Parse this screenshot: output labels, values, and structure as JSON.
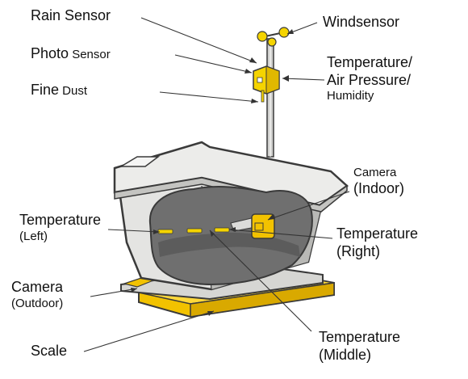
{
  "labels": {
    "rain": {
      "main": "Rain Sensor"
    },
    "photo": {
      "main": "Photo",
      "rest": " Sensor"
    },
    "dust": {
      "main": "Fine",
      "rest": " Dust"
    },
    "wind": {
      "main": "Windsensor"
    },
    "tah": {
      "line1": "Temperature/",
      "line2": "Air Pressure/",
      "line3": "Humidity"
    },
    "cam_in": {
      "line1": "Camera",
      "line2": "(Indoor)"
    },
    "temp_left": {
      "line1": "Temperature",
      "line2": "(Left)"
    },
    "temp_right": {
      "line1": "Temperature",
      "line2": "(Right)"
    },
    "cam_out": {
      "line1": "Camera",
      "line2": "(Outdoor)"
    },
    "scale": {
      "main": "Scale"
    },
    "temp_mid": {
      "line1": "Temperature",
      "line2": "(Middle)"
    }
  },
  "colors": {
    "hive_body": "#e4e4e2",
    "hive_shadow": "#b9b9b6",
    "interior": "#6f6f6f",
    "scale": "#f2c200",
    "sensor": "#f5d400",
    "outline": "#3a3a3a",
    "leader": "#333333"
  }
}
